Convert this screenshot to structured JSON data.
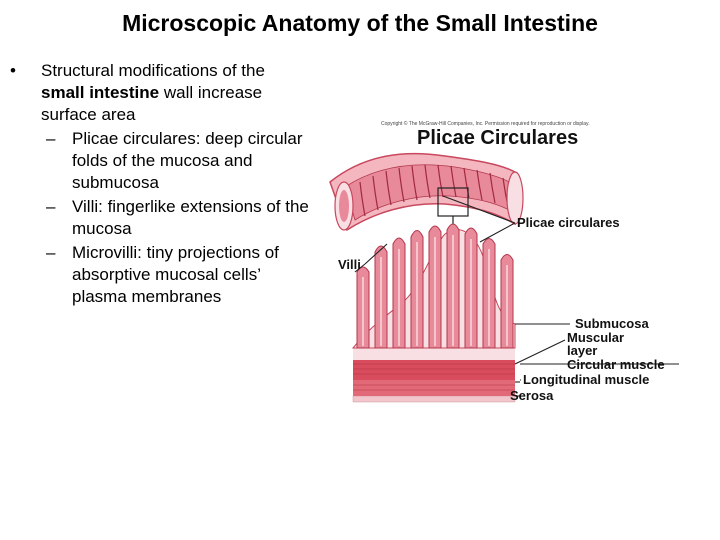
{
  "slide": {
    "title": "Microscopic Anatomy of the Small Intestine",
    "bullet": {
      "marker": "•",
      "text_start": "Structural modifications of the ",
      "text_bold": "small intestine",
      "text_end": " wall increase surface area"
    },
    "sub_bullets": [
      {
        "marker": "–",
        "text": "Plicae circulares: deep circular folds of the mucosa and submucosa"
      },
      {
        "marker": "–",
        "text": "Villi: fingerlike extensions of the mucosa"
      },
      {
        "marker": "–",
        "text": "Microvilli: tiny projections of absorptive mucosal cells’ plasma membranes"
      }
    ]
  },
  "figure": {
    "copyright": "Copyright © The McGraw-Hill Companies, Inc. Permission required for reproduction or display.",
    "title": "Plicae Circulares",
    "labels": {
      "plicae": "Plicae circulares",
      "villi": "Villi",
      "submucosa": "Submucosa",
      "muscular_1": "Muscular",
      "muscular_2": "layer",
      "circular": "Circular muscle",
      "longitudinal": "Longitudinal muscle",
      "serosa": "Serosa"
    },
    "colors": {
      "mucosa": "#e88a9a",
      "mucosa_dark": "#c8485e",
      "tube_outer": "#f4b7c0",
      "submucosa": "#f8dfe3",
      "muscle_circular": "#d94c5e",
      "muscle_longitudinal": "#e26a78",
      "serosa": "#f2c6cc",
      "leader": "#222222"
    }
  }
}
